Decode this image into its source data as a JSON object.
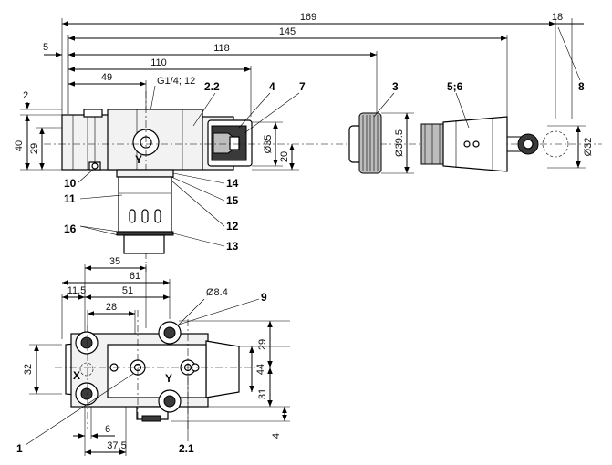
{
  "top_view": {
    "dims": {
      "d169": "169",
      "d18": "18",
      "d145": "145",
      "d5": "5",
      "d118": "118",
      "d110": "110",
      "d49": "49",
      "thread": "G1/4; 12",
      "d2": "2",
      "d40": "40",
      "d29": "29",
      "d20": "20",
      "dia35": "Ø35",
      "dia39_5": "Ø39.5",
      "dia32": "Ø32"
    },
    "port_label_y": "Y",
    "callouts": {
      "c2_2": "2.2",
      "c4": "4",
      "c7": "7",
      "c3": "3",
      "c5_6": "5;6",
      "c8": "8",
      "c10": "10",
      "c11": "11",
      "c14": "14",
      "c15": "15",
      "c16": "16",
      "c12": "12",
      "c13": "13"
    }
  },
  "bottom_view": {
    "dims": {
      "d35": "35",
      "d61": "61",
      "d11_5": "11.5",
      "d51": "51",
      "dia8_4": "Ø8.4",
      "d28": "28",
      "d32": "32",
      "d29": "29",
      "d44": "44",
      "d31": "31",
      "d6": "6",
      "d4": "4",
      "d37_5": "37.5"
    },
    "port_label_x": "X",
    "port_label_y": "Y",
    "callouts": {
      "c9": "9",
      "c1": "1",
      "c2_1": "2.1"
    }
  }
}
